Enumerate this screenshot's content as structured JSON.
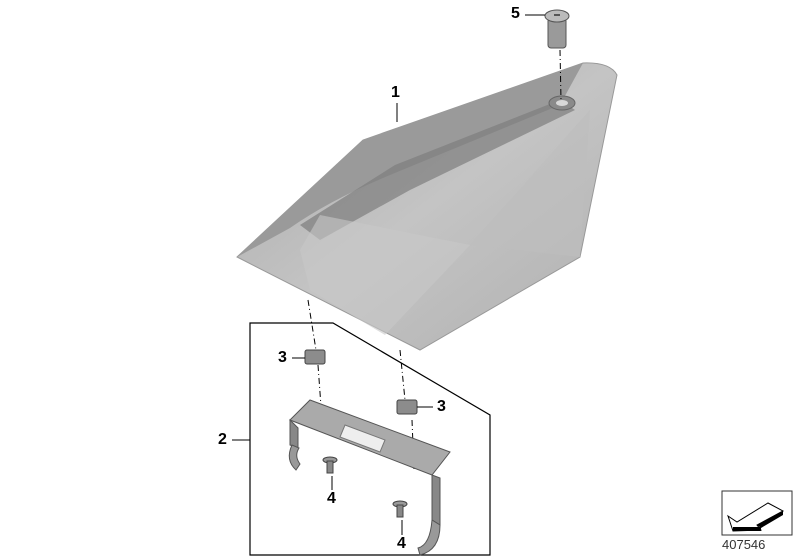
{
  "callouts": {
    "part1": "1",
    "part2": "2",
    "part3a": "3",
    "part3b": "3",
    "part4a": "4",
    "part4b": "4",
    "part5": "5"
  },
  "diagram_code": "407546",
  "colors": {
    "part_fill": "#b5b5b5",
    "part_shadow": "#7d7d7d",
    "line": "#000000"
  }
}
